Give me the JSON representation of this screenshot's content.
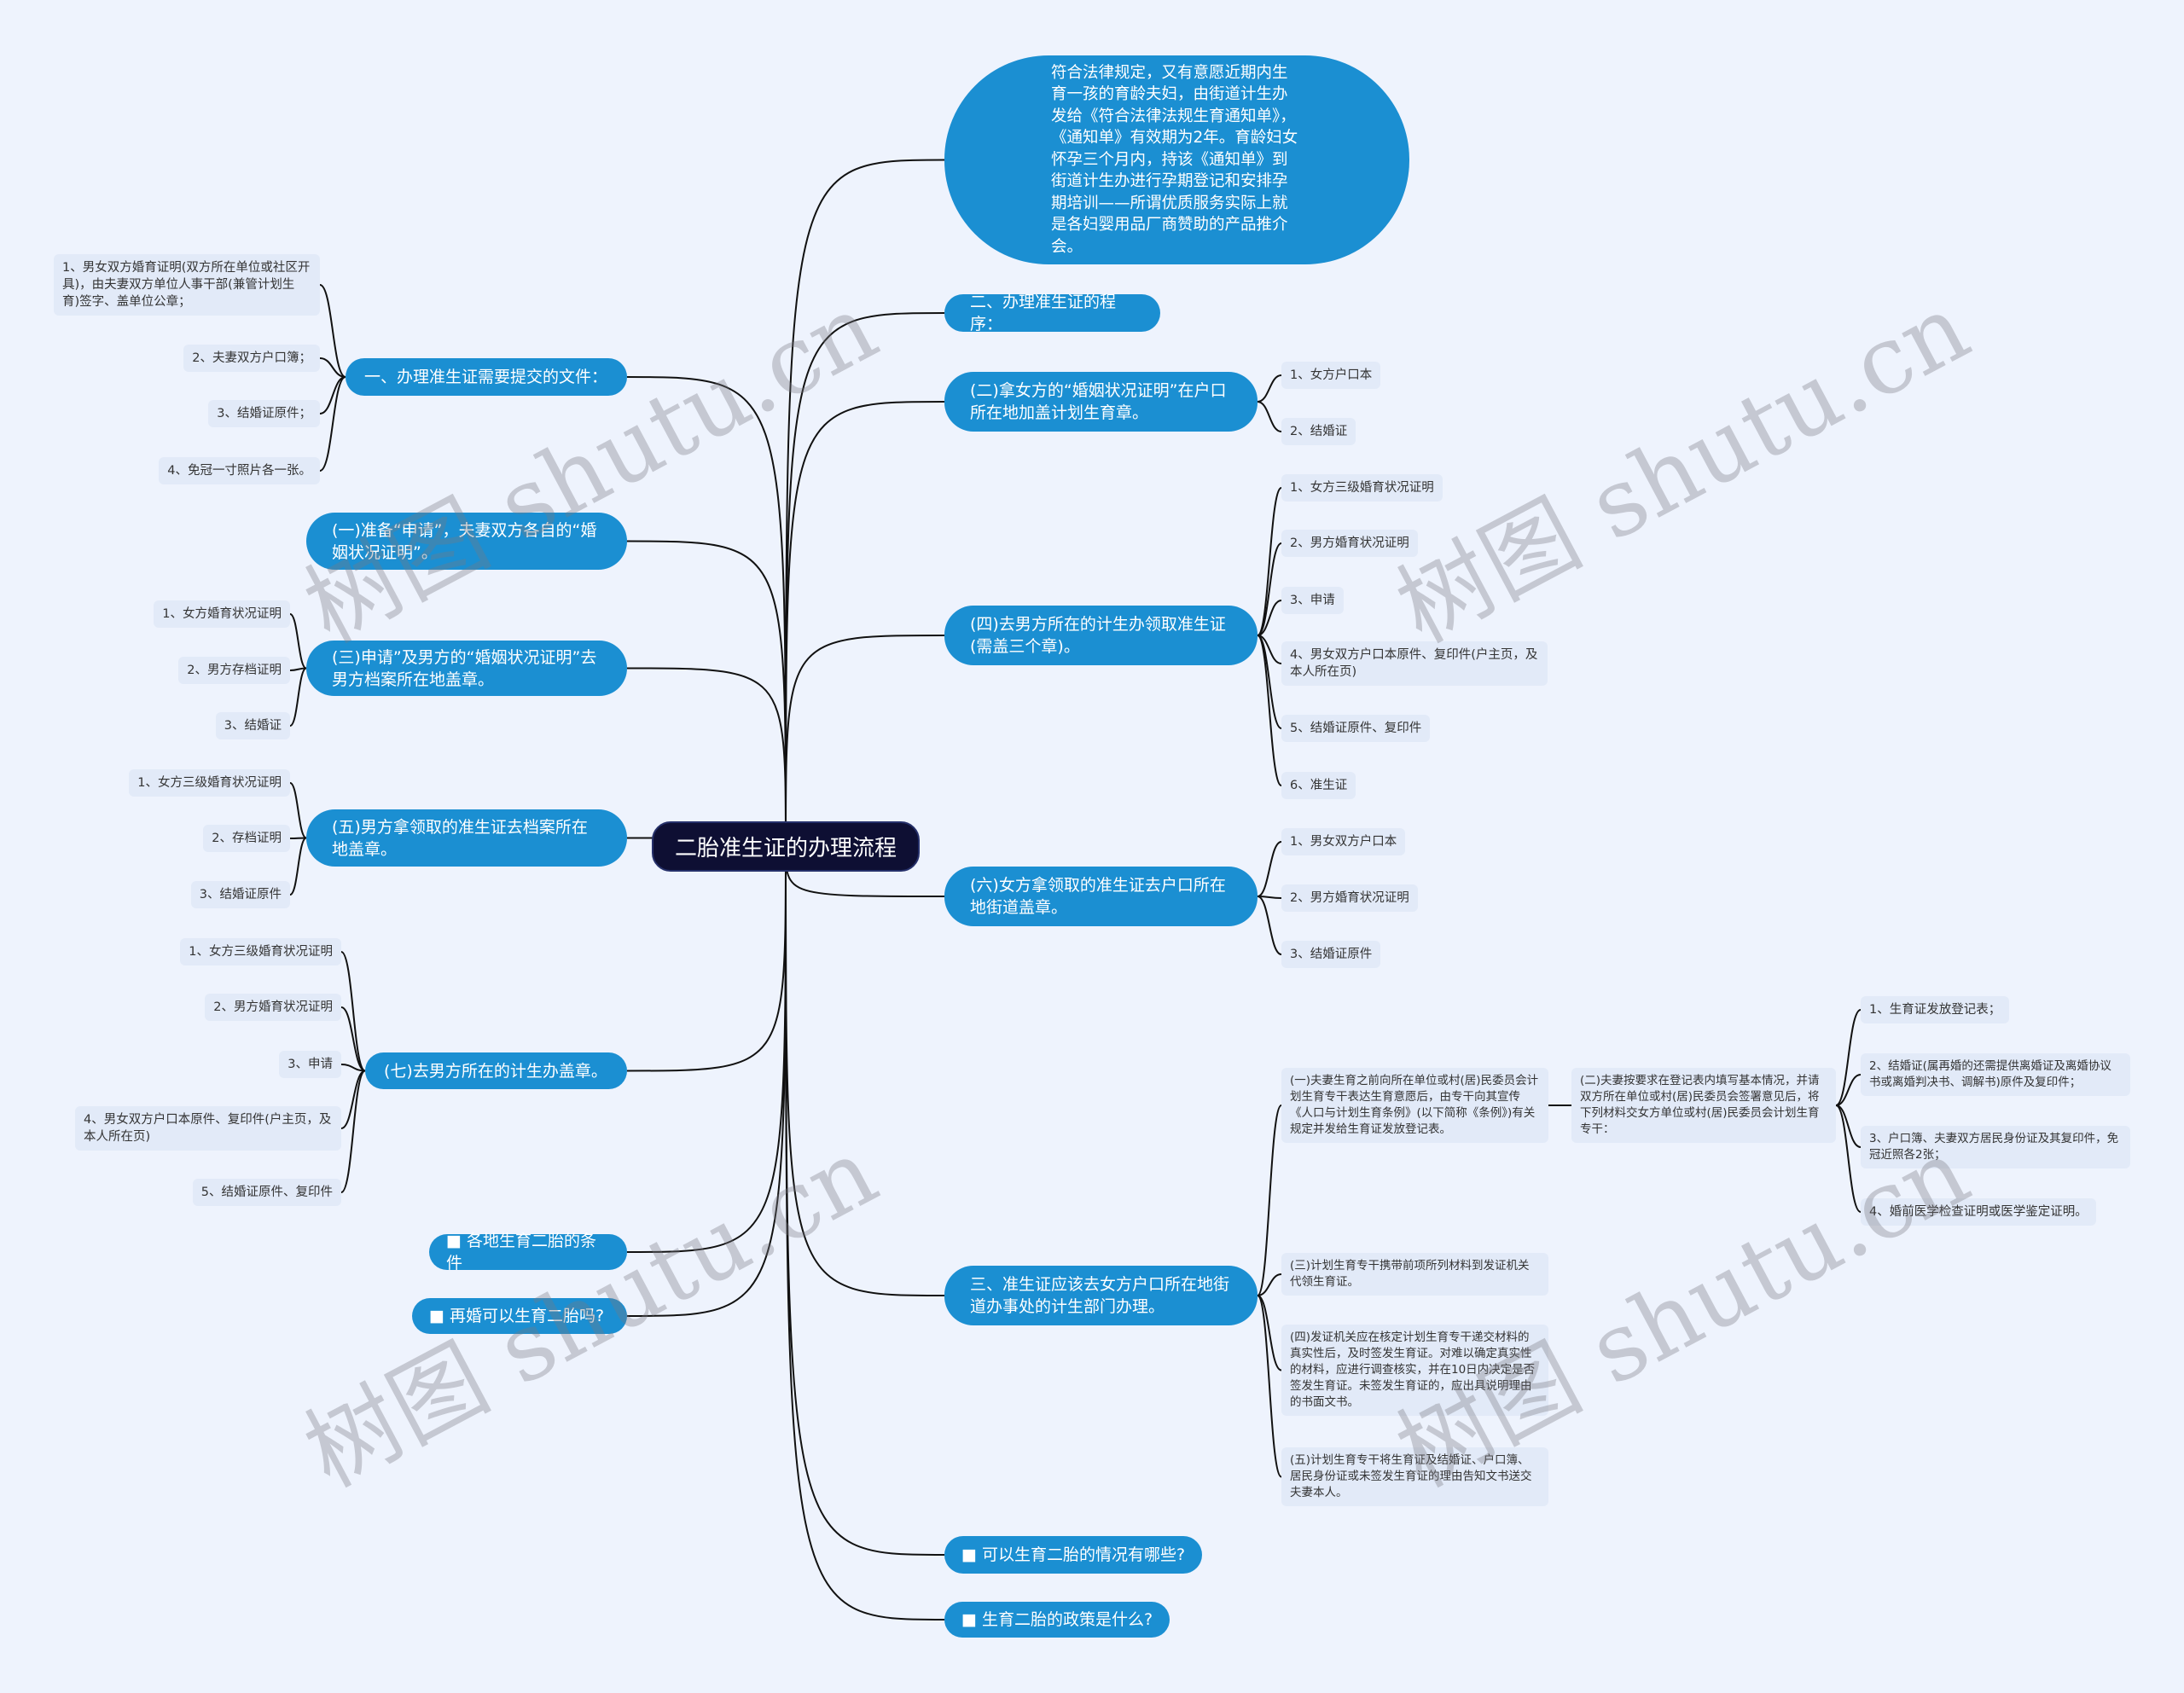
{
  "root": {
    "title": "二胎准生证的办理流程"
  },
  "right": {
    "intro": "符合法律规定，又有意愿近期内生育一孩的育龄夫妇，由街道计生办发给《符合法律法规生育通知单》，《通知单》有效期为2年。育龄妇女怀孕三个月内，持该《通知单》到街道计生办进行孕期登记和安排孕期培训——所谓优质服务实际上就是各妇婴用品厂商赞助的产品推介会。",
    "procedure": "二、办理准生证的程序：",
    "b2": {
      "label": "(二)拿女方的“婚姻状况证明”在户口所在地加盖计划生育章。",
      "children": [
        "1、女方户口本",
        "2、结婚证"
      ]
    },
    "b4": {
      "label": "(四)去男方所在的计生办领取准生证(需盖三个章)。",
      "children": [
        "1、女方三级婚育状况证明",
        "2、男方婚育状况证明",
        "3、申请",
        "4、男女双方户口本原件、复印件(户主页，及本人所在页)",
        "5、结婚证原件、复印件",
        "6、准生证"
      ]
    },
    "b6": {
      "label": "(六)女方拿领取的准生证去户口所在地街道盖章。",
      "children": [
        "1、男女双方户口本",
        "2、男方婚育状况证明",
        "3、结婚证原件"
      ]
    },
    "b3": {
      "label": "三、准生证应该去女方户口所在地街道办事处的计生部门办理。",
      "children": [
        "(一)夫妻生育之前向所在单位或村(居)民委员会计划生育专干表达生育意愿后，由专干向其宣传《人口与计划生育条例》(以下简称《条例》)有关规定并发给生育证发放登记表。",
        "(三)计划生育专干携带前项所列材料到发证机关代领生育证。",
        "(四)发证机关应在核定计划生育专干递交材料的真实性后，及时签发生育证。对难以确定真实性的材料，应进行调查核实，并在10日内决定是否签发生育证。未签发生育证的，应出具说明理由的书面文书。",
        "(五)计划生育专干将生育证及结婚证、户口簿、居民身份证或未签发生育证的理由告知文书送交夫妻本人。"
      ],
      "sub": {
        "label": "(二)夫妻按要求在登记表内填写基本情况，并请双方所在单位或村(居)民委员会签署意见后，将下列材料交女方单位或村(居)民委员会计划生育专干：",
        "children": [
          "1、生育证发放登记表；",
          "2、结婚证(属再婚的还需提供离婚证及离婚协议书或离婚判决书、调解书)原件及复印件；",
          "3、户口簿、夫妻双方居民身份证及其复印件，免冠近照各2张；",
          "4、婚前医学检查证明或医学鉴定证明。"
        ]
      }
    },
    "link1": "■ 可以生育二胎的情况有哪些?",
    "link2": "■ 生育二胎的政策是什么?"
  },
  "left": {
    "b1": {
      "label": "一、办理准生证需要提交的文件：",
      "children": [
        "1、男女双方婚育证明(双方所在单位或社区开具)，由夫妻双方单位人事干部(兼管计划生育)签字、盖单位公章；",
        "2、夫妻双方户口簿；",
        "3、结婚证原件；",
        "4、免冠一寸照片各一张。"
      ]
    },
    "a1": "(一)准备“申请”，夫妻双方各自的“婚姻状况证明”。",
    "a3": {
      "label": "(三)申请”及男方的“婚姻状况证明”去男方档案所在地盖章。",
      "children": [
        "1、女方婚育状况证明",
        "2、男方存档证明",
        "3、结婚证"
      ]
    },
    "a5": {
      "label": "(五)男方拿领取的准生证去档案所在地盖章。",
      "children": [
        "1、女方三级婚育状况证明",
        "2、存档证明",
        "3、结婚证原件"
      ]
    },
    "a7": {
      "label": "(七)去男方所在的计生办盖章。",
      "children": [
        "1、女方三级婚育状况证明",
        "2、男方婚育状况证明",
        "3、申请",
        "4、男女双方户口本原件、复印件(户主页，及本人所在页)",
        "5、结婚证原件、复印件"
      ]
    },
    "link1": "■ 各地生育二胎的条件",
    "link2": "■ 再婚可以生育二胎吗?"
  },
  "watermark": "树图 shutu.cn",
  "colors": {
    "background": "#eef3fd",
    "node": "#1b8fd2",
    "root": "#0e0f33",
    "leaf": "#e2eaf8",
    "line": "#111111"
  }
}
